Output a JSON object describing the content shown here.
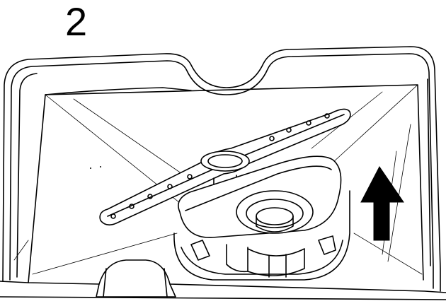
{
  "step": {
    "number": "2"
  },
  "illustration": {
    "subject": "dishwasher-tub-with-spray-arm-and-filter",
    "arrow_direction": "up",
    "colors": {
      "line": "#000000",
      "background": "#ffffff",
      "arrow": "#000000"
    }
  }
}
